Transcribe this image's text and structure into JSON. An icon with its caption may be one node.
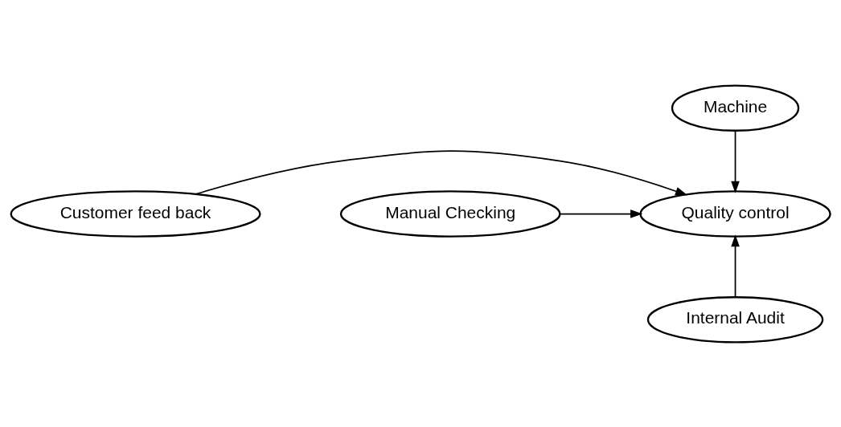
{
  "diagram": {
    "nodes": [
      {
        "text": [
          "Machine"
        ]
      },
      {
        "text": [
          "Quality control"
        ]
      },
      {
        "text": [
          "Customer feed back"
        ]
      },
      {
        "text": [
          "Manual Checking"
        ]
      },
      {
        "text": [
          "Internal Audit"
        ]
      }
    ],
    "edges": [
      {
        "from": 0,
        "to": 1,
        "arrow": "to"
      },
      {
        "from": 2,
        "to": 1,
        "arrow": "to"
      },
      {
        "from": 3,
        "to": 1,
        "arrow": "to"
      },
      {
        "from": 4,
        "to": 1,
        "arrow": "to"
      }
    ]
  }
}
